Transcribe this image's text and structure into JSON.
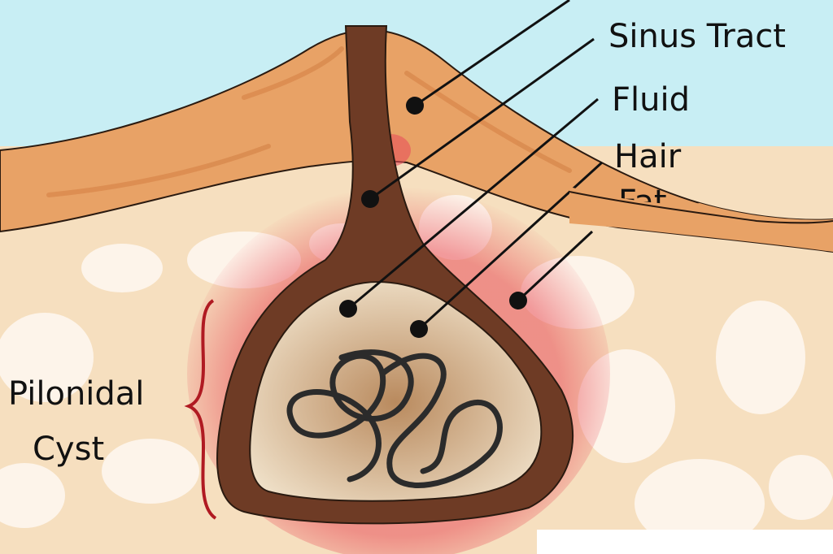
{
  "labels": {
    "sinus_tract": "Sinus Tract",
    "fluid": "Fluid",
    "hair": "Hair",
    "fat": "Fat",
    "cyst_line1": "Pilonidal",
    "cyst_line2": "Cyst"
  },
  "colors": {
    "sky": "#c8eef4",
    "skin": "#e8a266",
    "fat": "#f6dfbf",
    "tract": "#6e3b25",
    "inflammation": "#e8505a",
    "bracket": "#b01a22"
  }
}
